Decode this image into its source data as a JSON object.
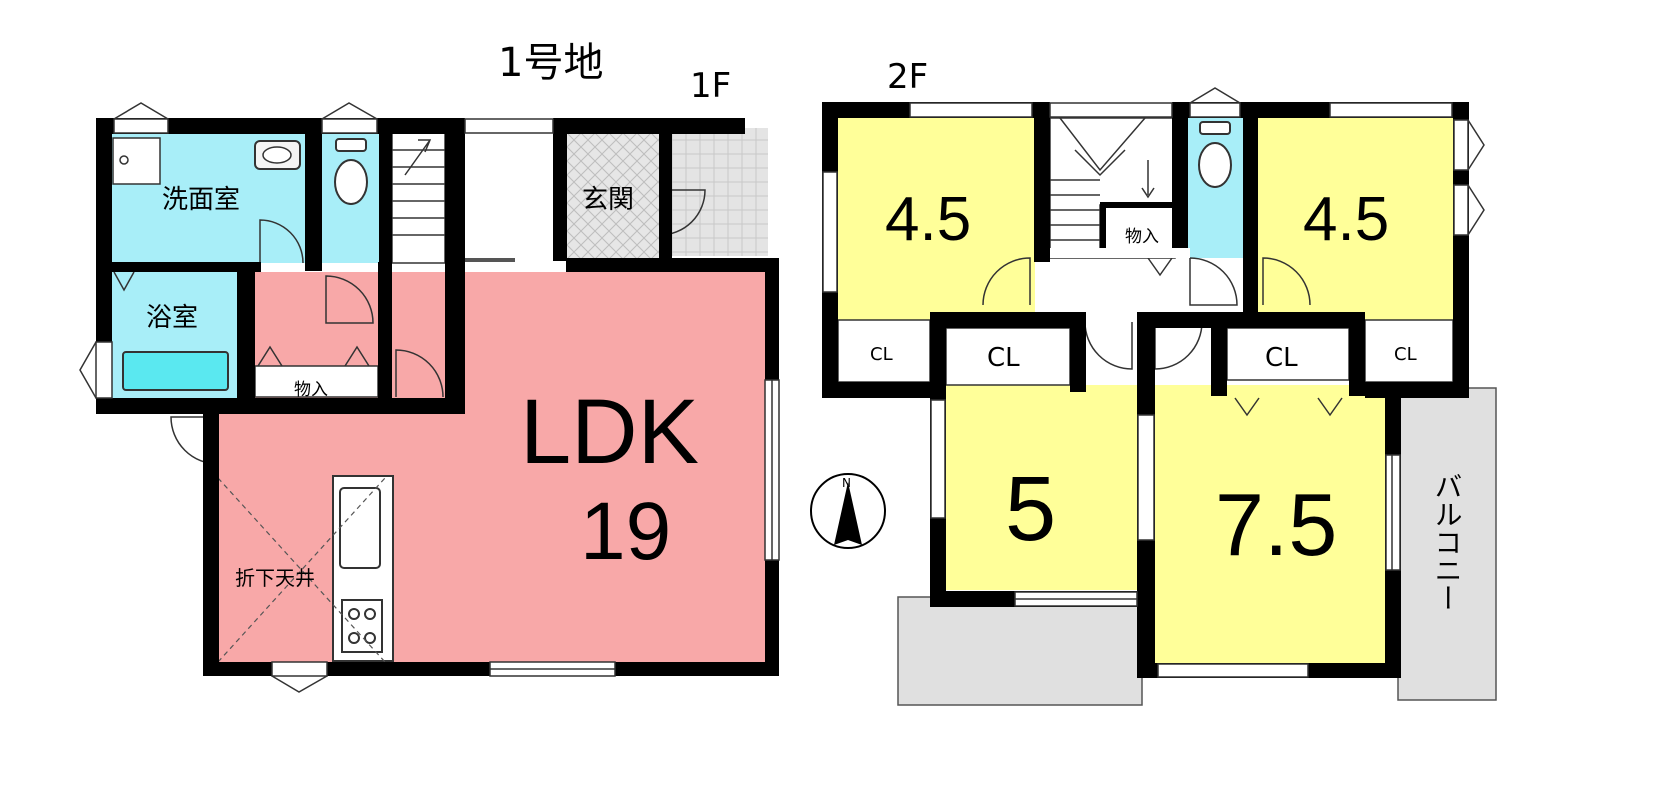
{
  "title": "1号地",
  "floors": {
    "first": {
      "label": "1F",
      "rooms": {
        "washroom": "洗面室",
        "bathroom": "浴室",
        "storage": "物入",
        "entrance": "玄関",
        "ldk_name": "LDK",
        "ldk_size": "19",
        "ceiling": "折下天井"
      }
    },
    "second": {
      "label": "2F",
      "rooms": {
        "room_nw_size": "4.5",
        "room_ne_size": "4.5",
        "room_sw_size": "5",
        "room_se_size": "7.5",
        "storage": "物入",
        "closet_nw": "CL",
        "closet_mid_left": "CL",
        "closet_mid_right": "CL",
        "closet_ne": "CL",
        "balcony": "バルコニー"
      }
    }
  },
  "compass": {
    "north_label": "N"
  },
  "colors": {
    "ldk": "#f8a8a8",
    "bedroom": "#ffff99",
    "wet_area": "#a8eef8",
    "balcony": "#e0e0e0",
    "wall": "#000000"
  }
}
